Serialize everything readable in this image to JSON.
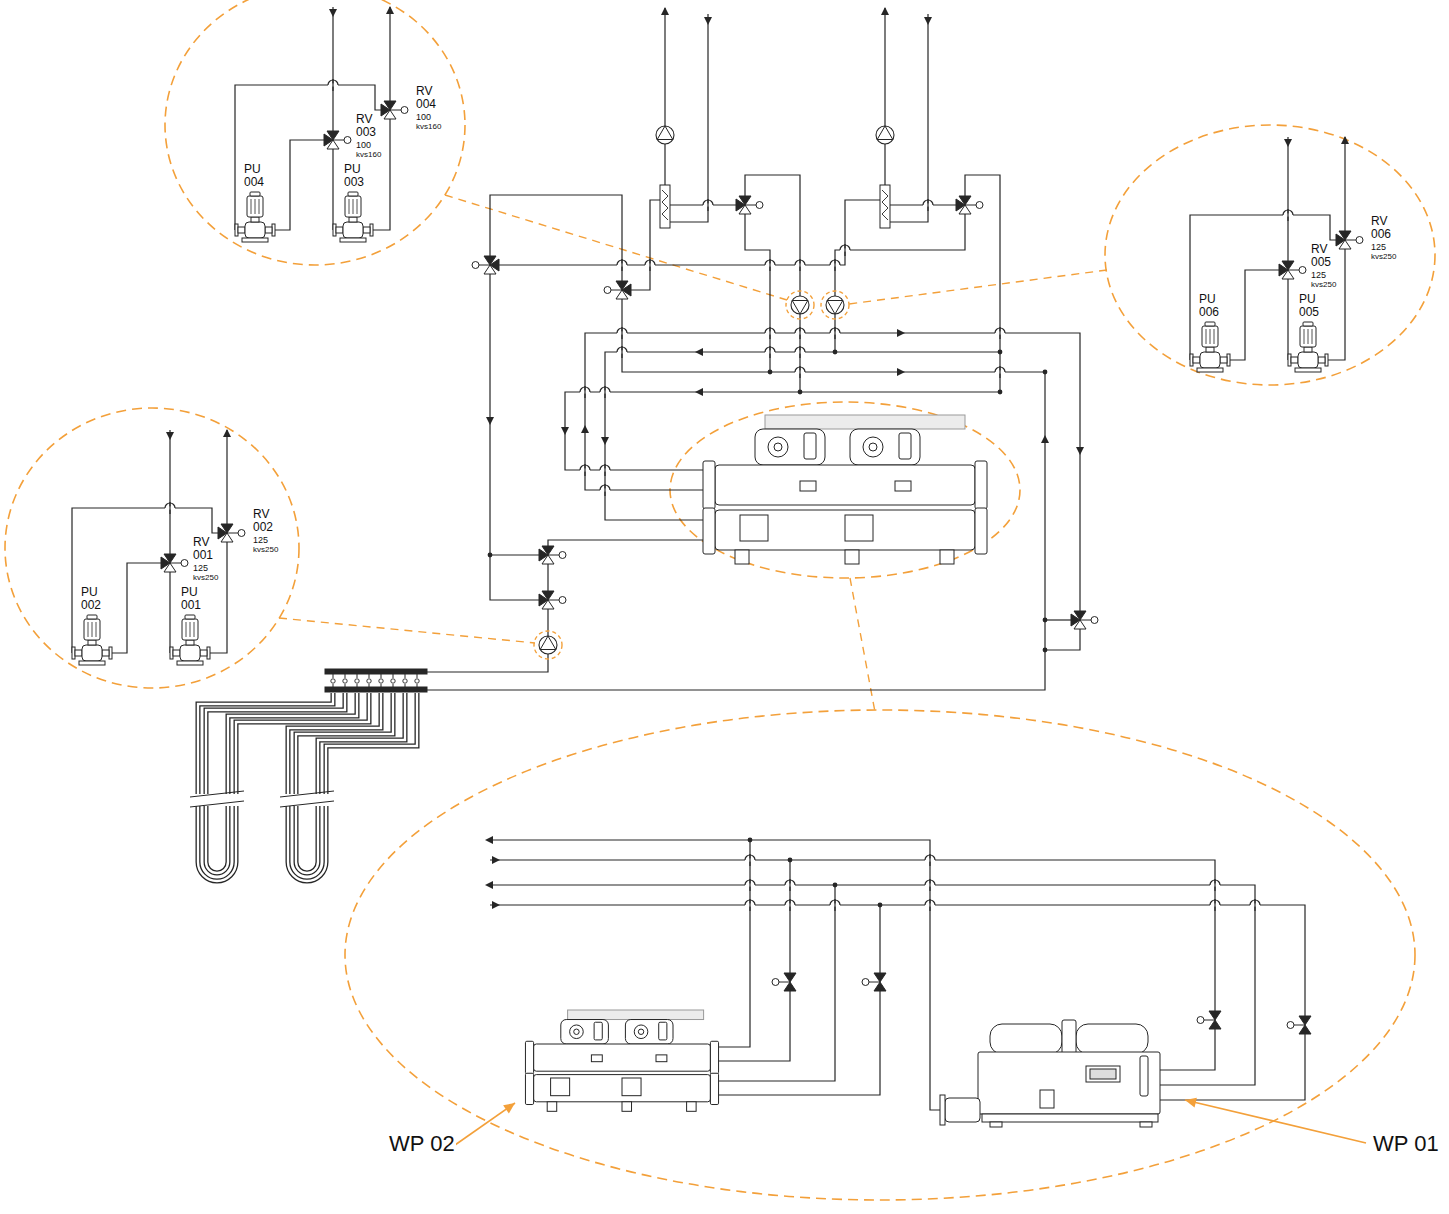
{
  "diagram": {
    "labels": [
      "RV 004",
      "100",
      "kvs160",
      "RV 003",
      "100",
      "kvs160",
      "PU 004",
      "PU 003",
      "RV 006",
      "125",
      "kvs250",
      "RV 005",
      "125",
      "kvs250",
      "PU 006",
      "PU 005",
      "RV 002",
      "125",
      "kvs250",
      "RV 001",
      "125",
      "kvs250",
      "PU 002",
      "PU 001",
      "WP 02",
      "WP 01"
    ]
  }
}
